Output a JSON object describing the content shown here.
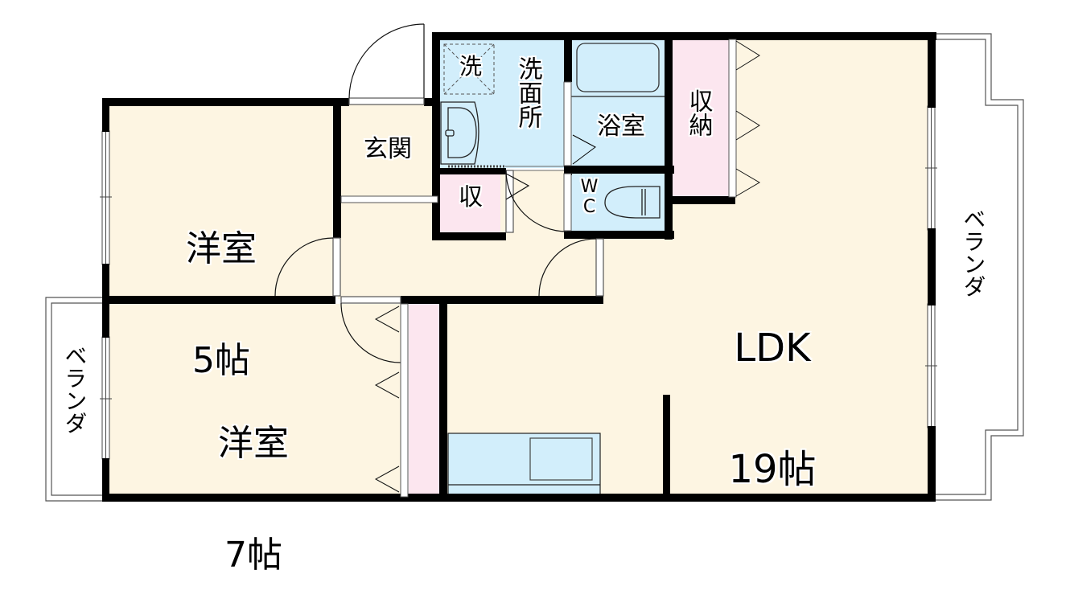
{
  "plan": {
    "layout_type": "2LDK",
    "colors": {
      "floor": "#fdf5e2",
      "wet_area": "#d2eefb",
      "storage": "#fce6ef",
      "wall": "#000000",
      "balcony": "#ffffff"
    },
    "rooms": {
      "western_room_5": {
        "name": "洋室",
        "size": "5帖"
      },
      "western_room_7": {
        "name": "洋室",
        "size": "7帖"
      },
      "ldk": {
        "name": "LDK",
        "size": "19帖"
      },
      "entrance": {
        "name": "玄関"
      },
      "washroom": {
        "name": "洗面所"
      },
      "washing_machine": {
        "name": "洗"
      },
      "bathroom": {
        "name": "浴室"
      },
      "toilet": {
        "name": "WC"
      },
      "closet_small": {
        "name": "収"
      },
      "storage_ldk": {
        "name": "収納"
      },
      "balcony_left": {
        "name": "ベランダ"
      },
      "balcony_right": {
        "name": "ベランダ"
      }
    },
    "icons": [
      "entrance-door-icon",
      "washbasin-icon",
      "washing-machine-pan-icon",
      "bathtub-icon",
      "toilet-icon",
      "kitchen-counter-icon",
      "swing-door-icon",
      "folding-door-icon",
      "window-icon"
    ]
  }
}
